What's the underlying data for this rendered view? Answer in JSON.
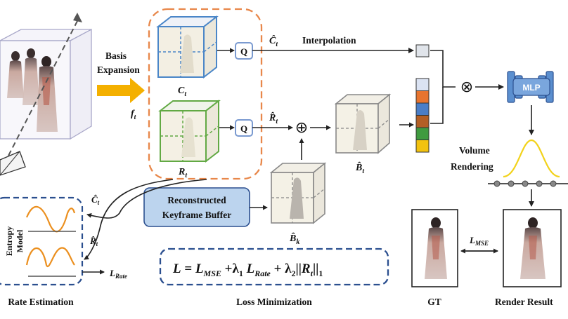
{
  "labels": {
    "basis_expansion_1": "Basis",
    "basis_expansion_2": "Expansion",
    "f_t_main": "f",
    "f_t_sub": "t",
    "c_t_main": "C",
    "c_t_sub": "t",
    "r_t_main": "R",
    "r_t_sub": "t",
    "q": "Q",
    "chat_t_main": "Ĉ",
    "chat_t_sub": "t",
    "rhat_t_main": "R̂",
    "rhat_t_sub": "t",
    "interpolation": "Interpolation",
    "bhat_t_main": "B̂",
    "bhat_t_sub": "t",
    "bhat_k_main": "B̂",
    "bhat_k_sub": "k",
    "recon_1": "Reconstructed",
    "recon_2": "Keyframe Buffer",
    "mlp": "MLP",
    "volume_1": "Volume",
    "volume_2": "Rendering",
    "entropy_1": "Entropy",
    "entropy_2": "Model",
    "l_rate_main": "L",
    "l_rate_sub": "Rate",
    "l_mse_main": "L",
    "l_mse_sub": "MSE",
    "rate_estimation": "Rate Estimation",
    "loss_minimization": "Loss Minimization",
    "gt": "GT",
    "render_result": "Render Result",
    "plus": "⊕",
    "times": "⊗"
  },
  "loss_equation": {
    "L": "L",
    "eq": " = ",
    "lmse_main": "L",
    "lmse_sub": "MSE",
    "plus1": " +λ",
    "lambda1_sub": "1",
    "lrate_main": " L",
    "lrate_sub": "Rate",
    "plus2": " + λ",
    "lambda2_sub": "2",
    "norm_open": "||",
    "r_main": "R",
    "r_sub": "t",
    "norm_close": "||",
    "one": "1"
  },
  "feature_colors": [
    "#dbe3f3",
    "#e7742f",
    "#4a7ec7",
    "#b35f25",
    "#3f9b3f",
    "#f2c20f"
  ],
  "colors": {
    "orange_dash": "#e8874a",
    "blue_cube": "#4a86c8",
    "green_cube": "#62a944",
    "navy_dash": "#2b4f8f",
    "arrow_orange": "#f4b000",
    "curve_orange": "#eb8f1e",
    "bell_yellow": "#f2d21b",
    "buffer_fill": "#bcd4ee"
  }
}
